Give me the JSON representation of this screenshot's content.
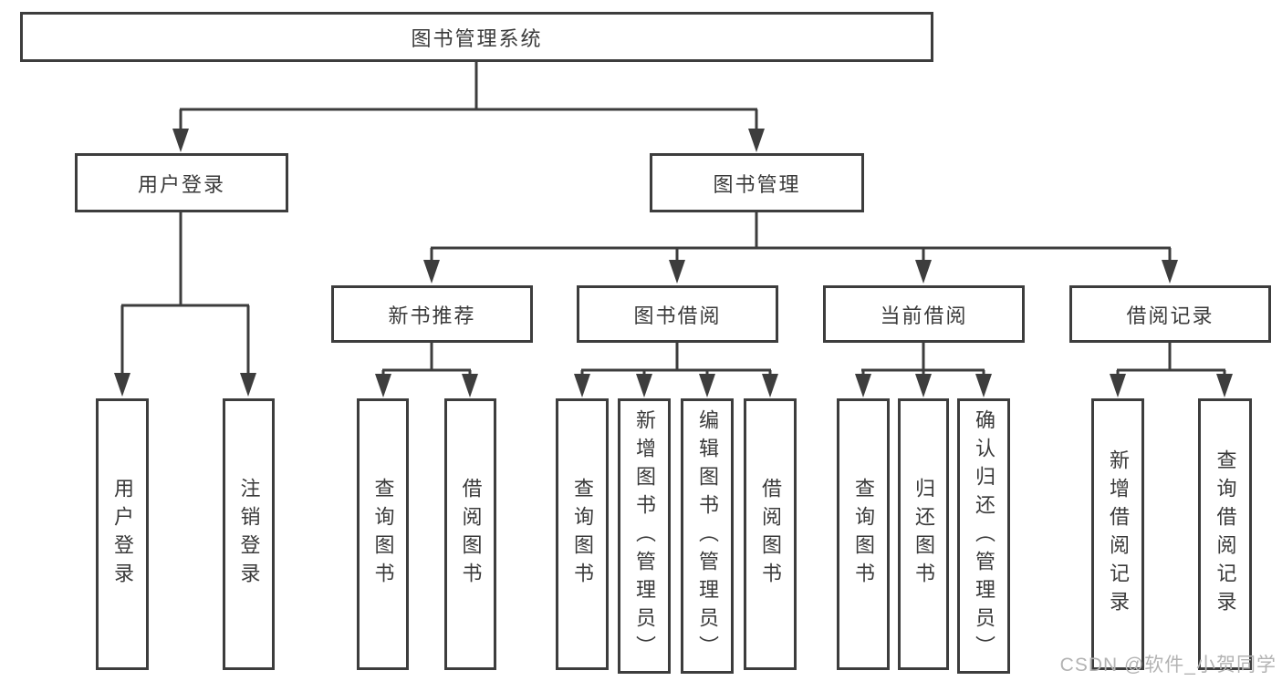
{
  "diagram": {
    "type": "hierarchy-tree",
    "root": {
      "label": "图书管理系统"
    },
    "level2": [
      {
        "label": "用户登录"
      },
      {
        "label": "图书管理"
      }
    ],
    "level3": [
      {
        "label": "新书推荐",
        "parent": "图书管理"
      },
      {
        "label": "图书借阅",
        "parent": "图书管理"
      },
      {
        "label": "当前借阅",
        "parent": "图书管理"
      },
      {
        "label": "借阅记录",
        "parent": "图书管理"
      }
    ],
    "leaves": [
      {
        "label": "用户登录",
        "parent": "用户登录"
      },
      {
        "label": "注销登录",
        "parent": "用户登录"
      },
      {
        "label": "查询图书",
        "parent": "新书推荐"
      },
      {
        "label": "借阅图书",
        "parent": "新书推荐"
      },
      {
        "label": "查询图书",
        "parent": "图书借阅"
      },
      {
        "label": "新增图书（管理员）",
        "parent": "图书借阅"
      },
      {
        "label": "编辑图书（管理员）",
        "parent": "图书借阅"
      },
      {
        "label": "借阅图书",
        "parent": "图书借阅"
      },
      {
        "label": "查询图书",
        "parent": "当前借阅"
      },
      {
        "label": "归还图书",
        "parent": "当前借阅"
      },
      {
        "label": "确认归还（管理员）",
        "parent": "当前借阅"
      },
      {
        "label": "新增借阅记录",
        "parent": "借阅记录"
      },
      {
        "label": "查询借阅记录",
        "parent": "借阅记录"
      }
    ],
    "watermark": {
      "text": "CSDN @软件_小贺同学"
    },
    "colors": {
      "line": "#3d3d3d",
      "text": "#3a3a3a",
      "background": "#ffffff",
      "watermark": "#b3b3b3"
    }
  }
}
